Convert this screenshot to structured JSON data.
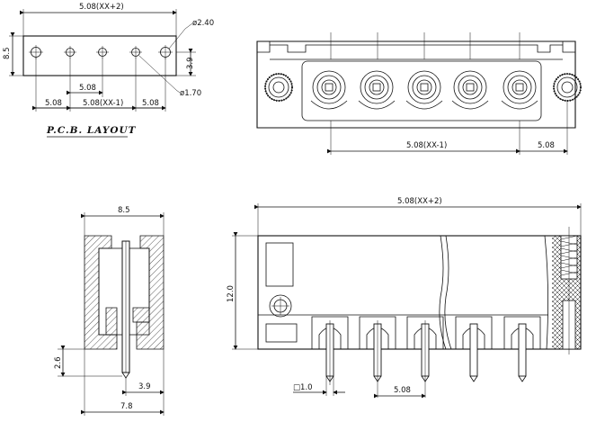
{
  "pcb_layout": {
    "title": "P.C.B. LAYOUT",
    "dim_total": "5.08(XX+2)",
    "dim_height": "8.5",
    "dim_hole_large": "ø2.40",
    "dim_hole_small": "ø1.70",
    "dim_row": "3.9",
    "dim_pitch_left": "5.08",
    "dim_pitch_mid": "5.08",
    "dim_pitch_span": "5.08(XX-1)",
    "dim_pitch_right": "5.08"
  },
  "top_view": {
    "dim_span": "5.08(XX-1)",
    "dim_pitch": "5.08"
  },
  "side_view": {
    "dim_width": "8.5",
    "dim_pin_len": "2.6",
    "dim_offset": "3.9",
    "dim_total": "7.8"
  },
  "front_view": {
    "dim_total": "5.08(XX+2)",
    "dim_height": "12.0",
    "dim_pin": "□1.0",
    "dim_pitch": "5.08"
  }
}
